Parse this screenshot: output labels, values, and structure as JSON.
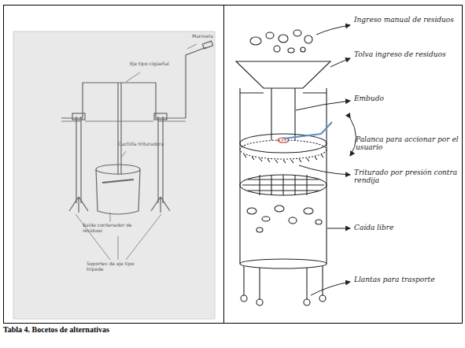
{
  "diagram": {
    "caption": "Tabla 4. Bocetos de alternativas",
    "labels": [
      "Manivela",
      "Eje tipo cigüeñal",
      "Cuchilla trituradora",
      "Balde contenedor de residuos",
      "Soportes de eje tipo trípode",
      "Ingreso manual de residuos",
      "Tolva ingreso de residuos",
      "Embudo",
      "Palanca para accionar por el usuario",
      "Triturado por presión contra rendija",
      "Caída libre",
      "Llantas para trasporte"
    ]
  }
}
